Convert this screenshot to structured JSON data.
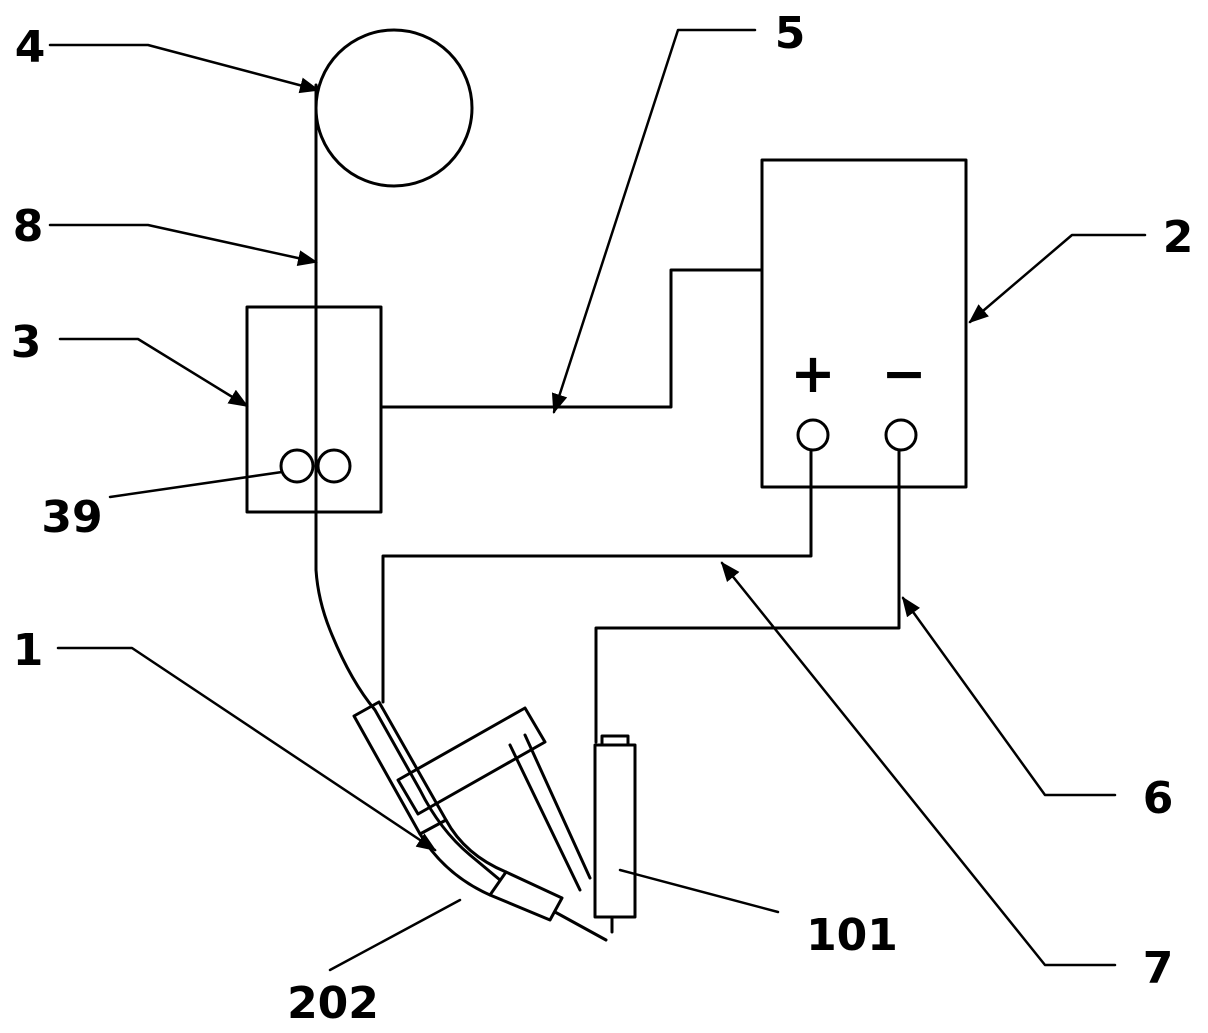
{
  "labels": {
    "wire_spool": "4",
    "wire": "8",
    "wire_feeder": "3",
    "feed_rollers": "39",
    "torch": "1",
    "nozzle": "202",
    "control_cable": "5",
    "power_source": "2",
    "negative_cable": "6",
    "positive_cable": "7",
    "electrode_holder": "101"
  },
  "terminals": {
    "positive": "+",
    "negative": "−"
  }
}
